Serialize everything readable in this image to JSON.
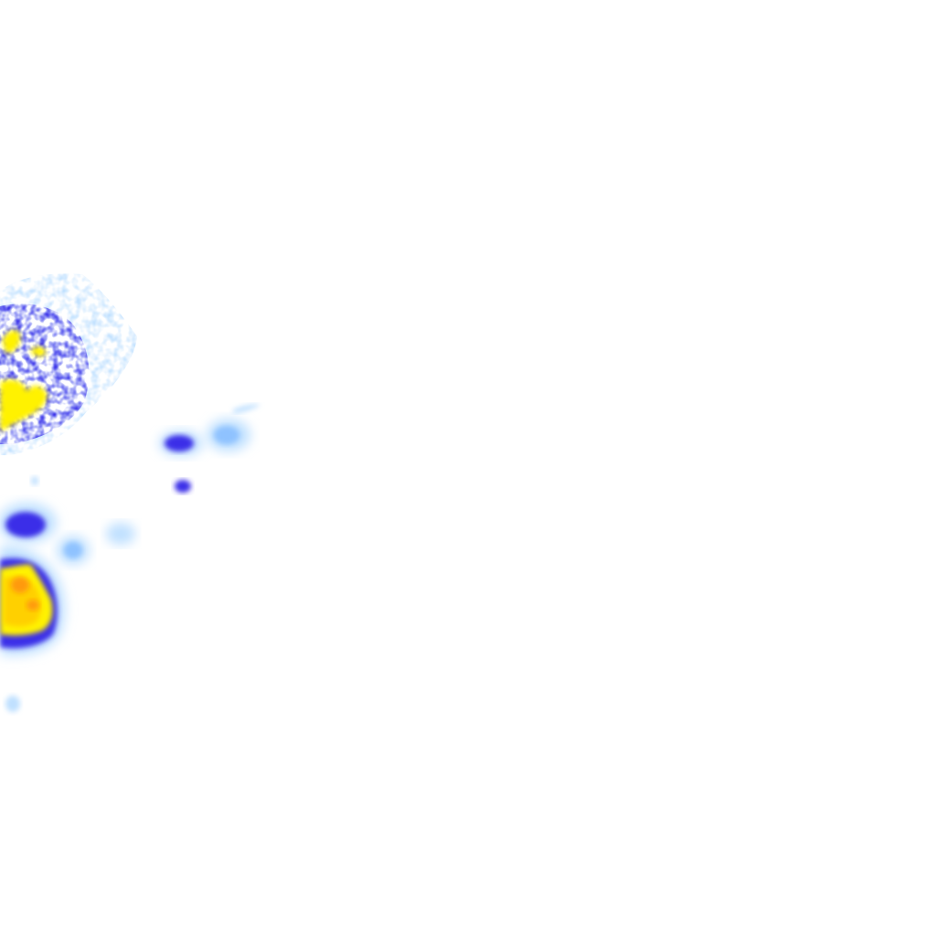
{
  "map": {
    "type": "precipitation-radar-overlay",
    "background": "#ffffff",
    "palette": {
      "light": "#bfe0ff",
      "light_mid": "#8fc2ff",
      "moderate": "#4a48f0",
      "moderate_dark": "#3a2ee8",
      "heavy": "#fff200",
      "heavy_mid": "#ffd000",
      "intense": "#ff9a10"
    },
    "echoes": [
      {
        "name": "northwest-cell",
        "intensity": "heavy"
      },
      {
        "name": "southwest-cell",
        "intensity": "intense"
      },
      {
        "name": "central-small-cells",
        "intensity": "moderate"
      },
      {
        "name": "scattered-light-echoes",
        "intensity": "light"
      }
    ]
  }
}
